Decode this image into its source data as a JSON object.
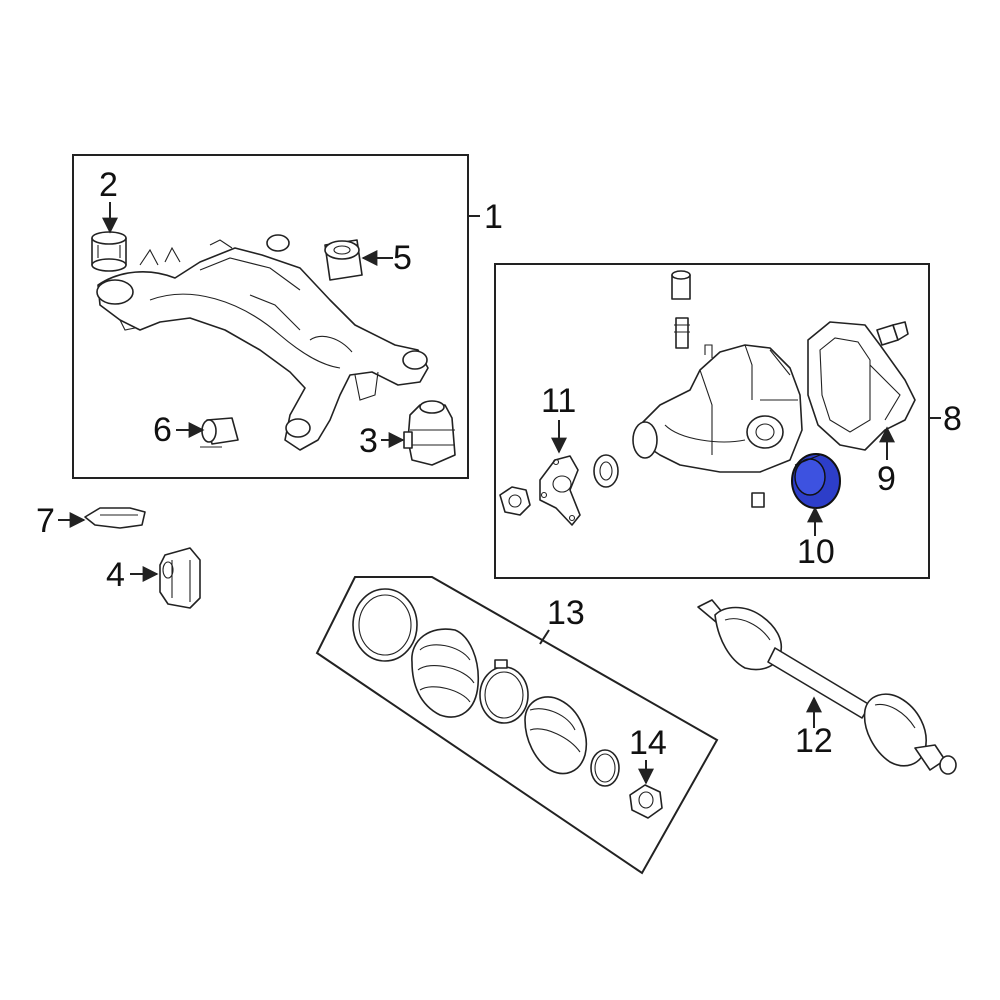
{
  "colors": {
    "line": "#222222",
    "background": "#ffffff",
    "highlight": "#2d3ec9"
  },
  "callouts": {
    "c1": "1",
    "c2": "2",
    "c3": "3",
    "c4": "4",
    "c5": "5",
    "c6": "6",
    "c7": "7",
    "c8": "8",
    "c9": "9",
    "c10": "10",
    "c11": "11",
    "c12": "12",
    "c13": "13",
    "c14": "14"
  },
  "highlighted_part": "10"
}
